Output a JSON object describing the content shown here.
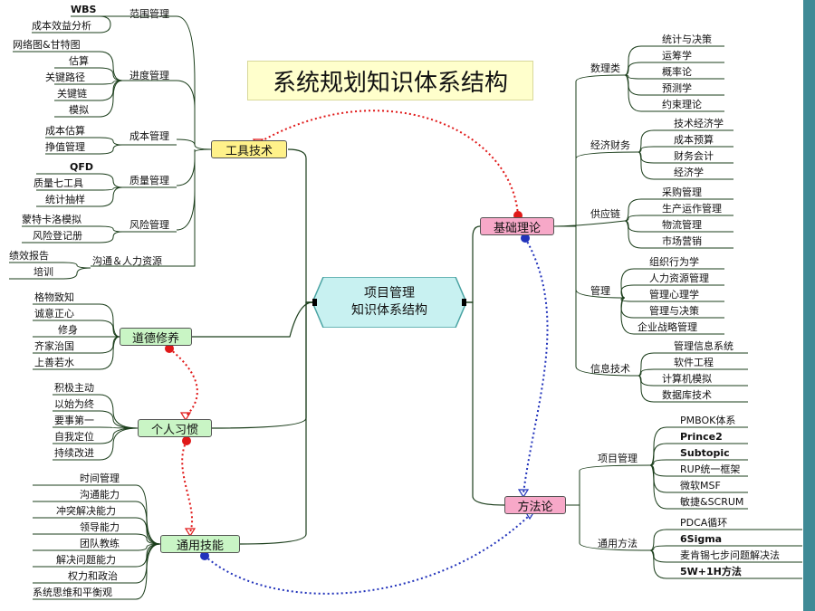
{
  "title": "系统规划知识体系结构",
  "center": {
    "line1": "项目管理",
    "line2": "知识体系结构"
  },
  "tools": {
    "label": "工具技术",
    "groups": [
      {
        "label": "范围管理",
        "leaves": [
          "WBS",
          "成本效益分析"
        ]
      },
      {
        "label": "进度管理",
        "leaves": [
          "网络图&甘特图",
          "估算",
          "关键路径",
          "关键链",
          "模拟"
        ]
      },
      {
        "label": "成本管理",
        "leaves": [
          "成本估算",
          "挣值管理"
        ]
      },
      {
        "label": "质量管理",
        "leaves": [
          "QFD",
          "质量七工具",
          "统计抽样"
        ]
      },
      {
        "label": "风险管理",
        "leaves": [
          "蒙特卡洛模拟",
          "风险登记册"
        ]
      },
      {
        "label": "沟通＆人力资源",
        "leaves": [
          "绩效报告",
          "培训"
        ]
      }
    ]
  },
  "morality": {
    "label": "道德修养",
    "leaves": [
      "格物致知",
      "诚意正心",
      "修身",
      "齐家治国",
      "上善若水"
    ]
  },
  "habits": {
    "label": "个人习惯",
    "leaves": [
      "积极主动",
      "以始为终",
      "要事第一",
      "自我定位",
      "持续改进"
    ]
  },
  "skills": {
    "label": "通用技能",
    "leaves": [
      "时间管理",
      "沟通能力",
      "冲突解决能力",
      "领导能力",
      "团队教练",
      "解决问题能力",
      "权力和政治",
      "系统思维和平衡观"
    ]
  },
  "theory": {
    "label": "基础理论",
    "groups": [
      {
        "label": "数理类",
        "leaves": [
          "统计与决策",
          "运筹学",
          "概率论",
          "预测学",
          "约束理论"
        ]
      },
      {
        "label": "经济财务",
        "leaves": [
          "技术经济学",
          "成本预算",
          "财务会计",
          "经济学"
        ]
      },
      {
        "label": "供应链",
        "leaves": [
          "采购管理",
          "生产运作管理",
          "物流管理",
          "市场营销"
        ]
      },
      {
        "label": "管理",
        "leaves": [
          "组织行为学",
          "人力资源管理",
          "管理心理学",
          "管理与决策",
          "企业战略管理"
        ]
      },
      {
        "label": "信息技术",
        "leaves": [
          "管理信息系统",
          "软件工程",
          "计算机模拟",
          "数据库技术"
        ]
      }
    ]
  },
  "methods": {
    "label": "方法论",
    "groups": [
      {
        "label": "项目管理",
        "leaves": [
          "PMBOK体系",
          "Prince2",
          "Subtopic",
          "RUP统一框架",
          "微软MSF",
          "敏捷&SCRUM"
        ]
      },
      {
        "label": "通用方法",
        "leaves": [
          "PDCA循环",
          "6Sigma",
          "麦肯锡七步问题解决法",
          "5W+1H方法"
        ]
      }
    ]
  },
  "colors": {
    "tools": "#fff18a",
    "theory": "#f7a8c8",
    "methods": "#f7a8c8",
    "morality": "#c9f5c5",
    "habits": "#c9f5c5",
    "skills": "#c9f5c5",
    "center_fill": "#c8f1f1",
    "center_stroke": "#4aa3a3",
    "line": "#1a3d1a",
    "link_red": "#e01818",
    "link_blue": "#2233bb",
    "accent_bar": "#3f8a96"
  }
}
